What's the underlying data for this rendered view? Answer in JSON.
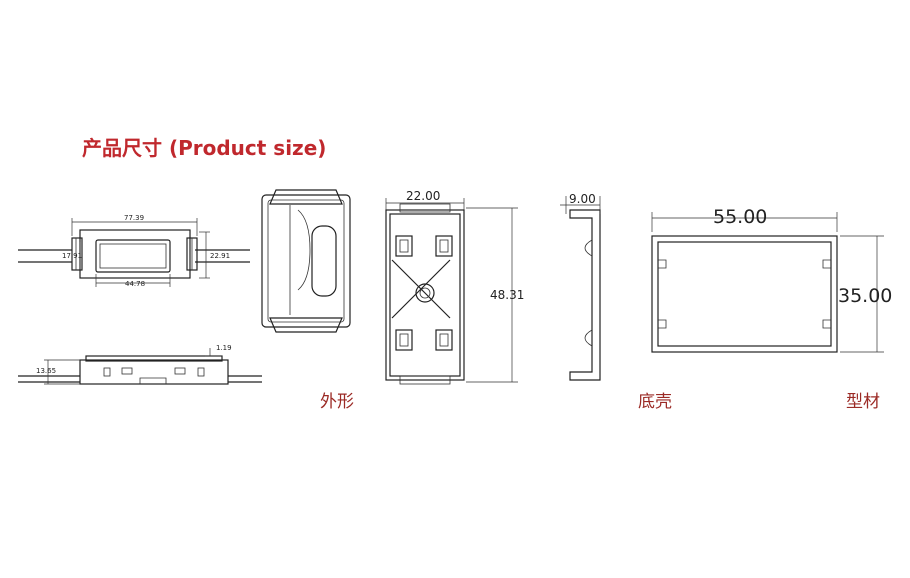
{
  "title": "产品尺寸 (Product size)",
  "captions": {
    "outer": "外形",
    "base": "底壳",
    "profile": "型材"
  },
  "dimensions": {
    "top_length": "77.39",
    "inner_length": "44.78",
    "height_left": "17.91",
    "height_right": "22.91",
    "side_thickness": "1.19",
    "side_height": "13.65",
    "base_width": "22.00",
    "base_height": "48.31",
    "edge_width": "9.00",
    "profile_width": "55.00",
    "profile_height": "35.00"
  },
  "colors": {
    "title": "#c0282d",
    "caption": "#9b2a25",
    "line": "#222222"
  }
}
